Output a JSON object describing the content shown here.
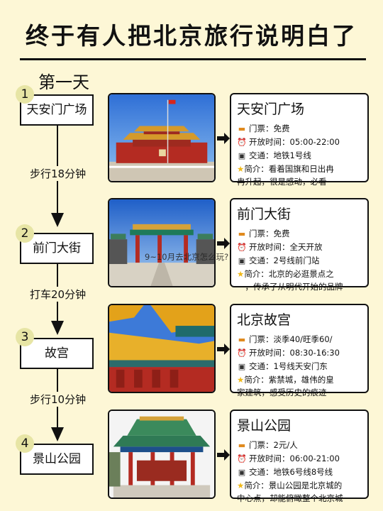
{
  "title": "终于有人把北京旅行说明白了",
  "day_label": "第一天",
  "overlay_text": "9~10月去北京怎么玩?",
  "stops": [
    {
      "num": "1",
      "name": "天安门广场"
    },
    {
      "num": "2",
      "name": "前门大街"
    },
    {
      "num": "3",
      "name": "故宫"
    },
    {
      "num": "4",
      "name": "景山公园"
    }
  ],
  "transfers": [
    "步行18分钟",
    "打车20分钟",
    "步行10分钟"
  ],
  "cards": [
    {
      "title": "天安门广场",
      "ticket": "门票：免费",
      "hours": "开放时间：05:00-22:00",
      "transport": "交通：地铁1号线",
      "intro_1": "简介：看着国旗和日出冉",
      "intro_2": "冉升起，很是感动，必看"
    },
    {
      "title": "前门大街",
      "ticket": "门票：免费",
      "hours": "开放时间：全天开放",
      "transport": "交通：2号线前门站",
      "intro_1": "简介：北京的必逛景点之",
      "intro_2": "一，传承了从明代开始的品牌"
    },
    {
      "title": "北京故宫",
      "ticket": "门票：淡季40/旺季60/",
      "hours": "开放时间：08:30-16:30",
      "transport": "交通：1号线天安门东",
      "intro_1": "简介：紫禁城，雄伟的皇",
      "intro_2": "家建筑，感受历史的痕迹"
    },
    {
      "title": "景山公园",
      "ticket": "门票：2元/人",
      "hours": "开放时间：06:00-21:00",
      "transport": "交通：地铁6号线8号线",
      "intro_1": "简介：景山公园是北京城的",
      "intro_2": "中心点，却能俯瞰整个北京城"
    }
  ],
  "icons": {
    "ticket": "ticket-icon",
    "hours": "alarm-clock-icon",
    "transport": "metro-icon",
    "intro": "star-icon"
  },
  "colors": {
    "background": "#fdf7d6",
    "badge": "#e7e5a5",
    "wall_red": "#b42b22",
    "roof_gold": "#e3a21a"
  }
}
